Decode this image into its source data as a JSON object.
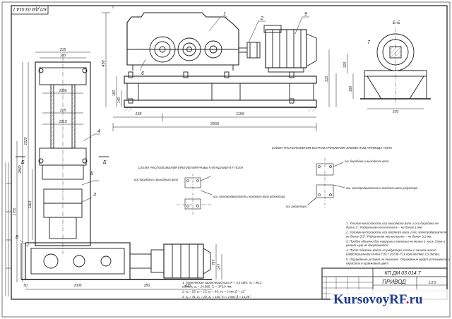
{
  "title_block": {
    "doc_code": "КП ДМ 03.014.7",
    "title": "ПРИВОД",
    "stamp_code_rotated": "КП ДМ 03.014.7",
    "scale": "1:2.5"
  },
  "views": {
    "section_bb": "Б-Б",
    "section_arrow": "Б"
  },
  "dimensions": {
    "front_width": "1155",
    "front_overall": "2555",
    "front_left_offset": "165",
    "front_height": "450",
    "front_h1": "315",
    "front_h2": "160",
    "front_h3": "140",
    "right_w": "570",
    "right_h": "190",
    "right_h2": "100",
    "plan_top_a": "215",
    "plan_top_b": "180",
    "plan_w1": "1650",
    "plan_w2": "1210",
    "plan_l1": "225",
    "plan_l2": "1525",
    "plan_h_total": "2840",
    "plan_h_a": "1755",
    "plan_bottom_a": "1005",
    "plan_bottom_b": "250",
    "plan_bottom_c": "210",
    "plan_bottom_d": "50",
    "plan_side": "1163",
    "plan_v1": "767",
    "plan_v2": "277"
  },
  "callouts": [
    "1",
    "2",
    "3",
    "4",
    "5",
    "6",
    "7",
    "8",
    "9"
  ],
  "schemes": {
    "scheme1_title": "СХЕМА РАСПОЛОЖЕНИЯ КРЕПЛЕНИЯ РАМЫ К ФУНДАМЕНТУ ПОЛА",
    "scheme1_label_a": "ось барабана и выходного вала",
    "scheme1_label_b": "ось электродвигателя и входного вала редуктора",
    "scheme2_title": "СХЕМА РАСПОЛОЖЕНИЯ БОЛТОВ КРЕПЛЕНИЯ ЭЛЕМЕНТОВ ПРИВОДА ПОЛА",
    "scheme2_label_a": "ось барабана и выходного вала",
    "scheme2_label_b": "ось электродвигателя и входного вала редуктора",
    "scheme2_label_c": "ось редуктора"
  },
  "notes": [
    "1. Угловая несоосность оси выходного вала и оси барабана не более 1°. Радиальная несоосность – не более 1 мм.",
    "2. Угловая несоосность оси входного вала и оси электродвигателя не более 0,5°. Радиальная несоосность – не более 0,1 мм.",
    "3. Пробег обкатки без нагрузки в течении не менее 1 часа. Стук и резкий шум не допускаются.",
    "4. После обкатки масло из редуктора слить и залить масло индустриальное И-40А ГОСТ 20799-75 в количестве 3,5 литра.",
    "5. Ограждение условно не показано. Ограждение муфт установить и окрасить в оранжевый цвет."
  ],
  "specs": [
    "1. Техническая характеристика Р = 3,5 кВт; nₑ = 96,3 об/мин; uₒ = 24,085; Tᵥ = 373,9 Нм.",
    "2. zₐ = 55; z₁ = 15; z₂ = 85; m₁ = 2 мм; β = 12°",
    "3. zₐ = 41; z₃ = 20; z₄ = 100; m = 2 мм; β = 10,26°"
  ],
  "watermark": {
    "brand_left": "KursovoyRF",
    "brand_dot": ".",
    "brand_right": "ru"
  },
  "colors": {
    "ink": "#1a1a1a",
    "hatch": "#555555",
    "brand_blue": "#1e3c8c",
    "brand_red": "#d0121b"
  }
}
